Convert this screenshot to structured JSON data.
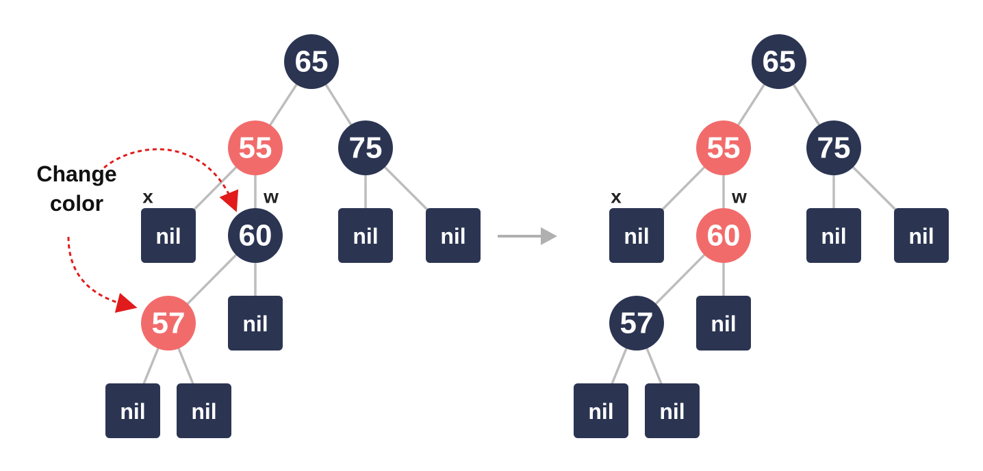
{
  "colors": {
    "black_node": "#2b3552",
    "red_node": "#f26b6b",
    "edge": "#bdbdbd",
    "arrow": "#b0b0b0",
    "annotation_arrow": "#e11b1b"
  },
  "annotation": {
    "line1": "Change",
    "line2": "color"
  },
  "transition_icon": "arrow-right-icon",
  "before": {
    "nodes": {
      "n65": {
        "label": "65",
        "color": "black"
      },
      "n55": {
        "label": "55",
        "color": "red"
      },
      "n75": {
        "label": "75",
        "color": "black"
      },
      "n60": {
        "label": "60",
        "color": "black"
      },
      "n57": {
        "label": "57",
        "color": "red"
      }
    },
    "nil_label": "nil",
    "tags": {
      "x": "x",
      "w": "w"
    }
  },
  "after": {
    "nodes": {
      "n65": {
        "label": "65",
        "color": "black"
      },
      "n55": {
        "label": "55",
        "color": "red"
      },
      "n75": {
        "label": "75",
        "color": "black"
      },
      "n60": {
        "label": "60",
        "color": "red"
      },
      "n57": {
        "label": "57",
        "color": "black"
      }
    },
    "nil_label": "nil",
    "tags": {
      "x": "x",
      "w": "w"
    }
  }
}
